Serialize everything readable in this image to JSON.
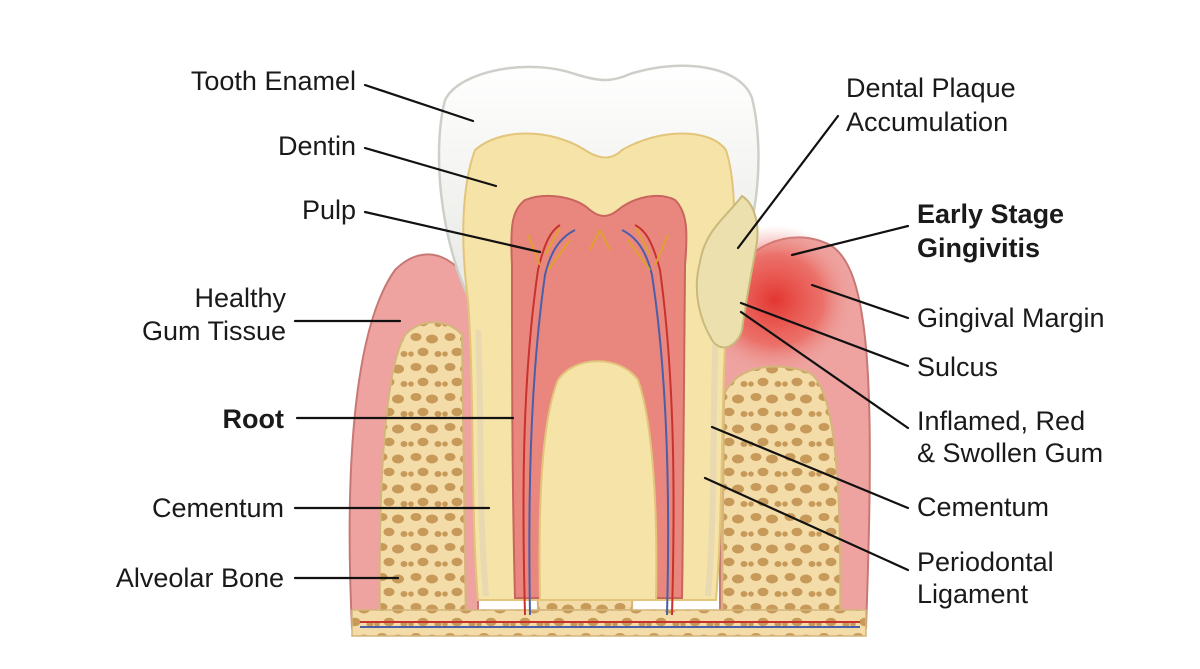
{
  "diagram": {
    "labels_left": {
      "tooth_enamel": "Tooth Enamel",
      "dentin": "Dentin",
      "pulp": "Pulp",
      "healthy_gum_line1": "Healthy",
      "healthy_gum_line2": "Gum Tissue",
      "root": "Root",
      "cementum": "Cementum",
      "alveolar_bone": "Alveolar Bone"
    },
    "labels_right": {
      "plaque_line1": "Dental Plaque",
      "plaque_line2": "Accumulation",
      "gingivitis_line1": "Early Stage",
      "gingivitis_line2": "Gingivitis",
      "gingival_margin": "Gingival Margin",
      "sulcus": "Sulcus",
      "inflamed_line1": "Inflamed, Red",
      "inflamed_line2": "& Swollen Gum",
      "cementum": "Cementum",
      "periodontal_line1": "Periodontal",
      "periodontal_line2": "Ligament"
    },
    "colors": {
      "enamel": "#f4f4f1",
      "dentin": "#f6e3a8",
      "pulp": "#e9877f",
      "gum": "#eea3a0",
      "gum_inflamed": "#e8423a",
      "bone": "#f3dca8",
      "bone_pores": "#c79a5a",
      "plaque": "#ece0ae",
      "leader": "#111111"
    }
  }
}
